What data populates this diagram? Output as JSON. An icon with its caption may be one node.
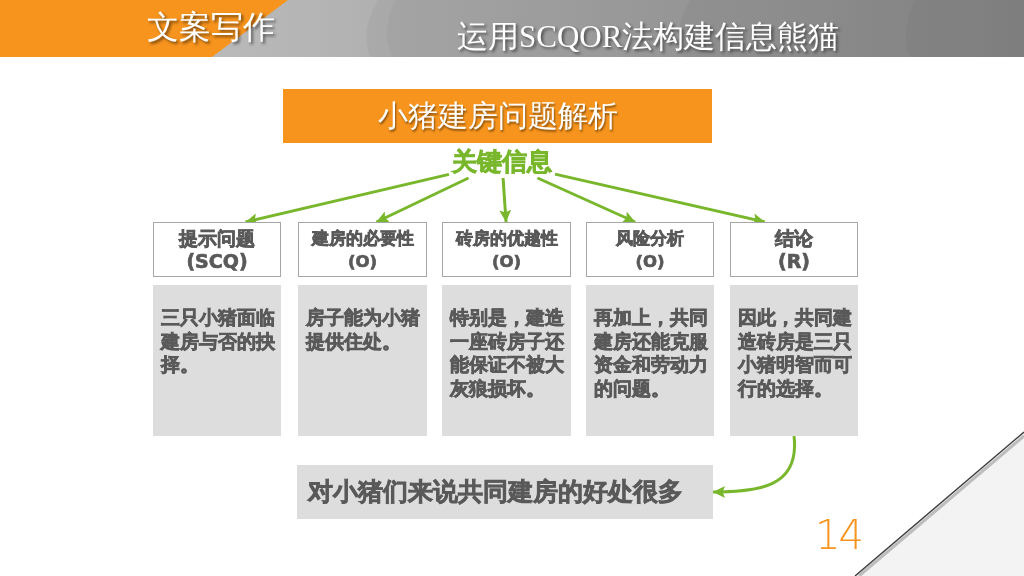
{
  "diagram": {
    "title": "运用SCQOR法构建信息熊猫",
    "nodes": [
      {
        "text": [
          "小猪建房问题解析"
        ]
      },
      {
        "text": [
          "关键信息"
        ]
      },
      {
        "text": [
          "提示问题",
          "(SCQ)"
        ]
      },
      {
        "text": [
          "建房的必要性",
          "(O)"
        ]
      },
      {
        "text": [
          "砖房的优越性",
          "(O)"
        ]
      },
      {
        "text": [
          "风险分析",
          "(O)"
        ]
      },
      {
        "text": [
          "结论",
          "(R)"
        ]
      },
      {
        "text": [
          "三只小猪面临建房与否的抉择。"
        ]
      },
      {
        "text": [
          "房子能为小猪提供住处。"
        ]
      },
      {
        "text": [
          "特别是，建造一座砖房子还能保证不被大灰狼损坏。"
        ]
      },
      {
        "text": [
          "再加上，共同建房还能克服资金和劳动力的问题。"
        ]
      },
      {
        "text": [
          "因此，共同建造砖房是三只小猪明智而可行的选择。"
        ]
      },
      {
        "text": [
          "对小猪们来说共同建房的好处很多"
        ]
      }
    ],
    "edges": [
      {
        "from": 1,
        "to": 2,
        "arrow": "to"
      },
      {
        "from": 1,
        "to": 3,
        "arrow": "to"
      },
      {
        "from": 1,
        "to": 4,
        "arrow": "to"
      },
      {
        "from": 1,
        "to": 5,
        "arrow": "to"
      },
      {
        "from": 1,
        "to": 6,
        "arrow": "to"
      },
      {
        "from": 11,
        "to": 12,
        "arrow": "to"
      }
    ],
    "labels": [
      "文案写作",
      "14"
    ]
  }
}
